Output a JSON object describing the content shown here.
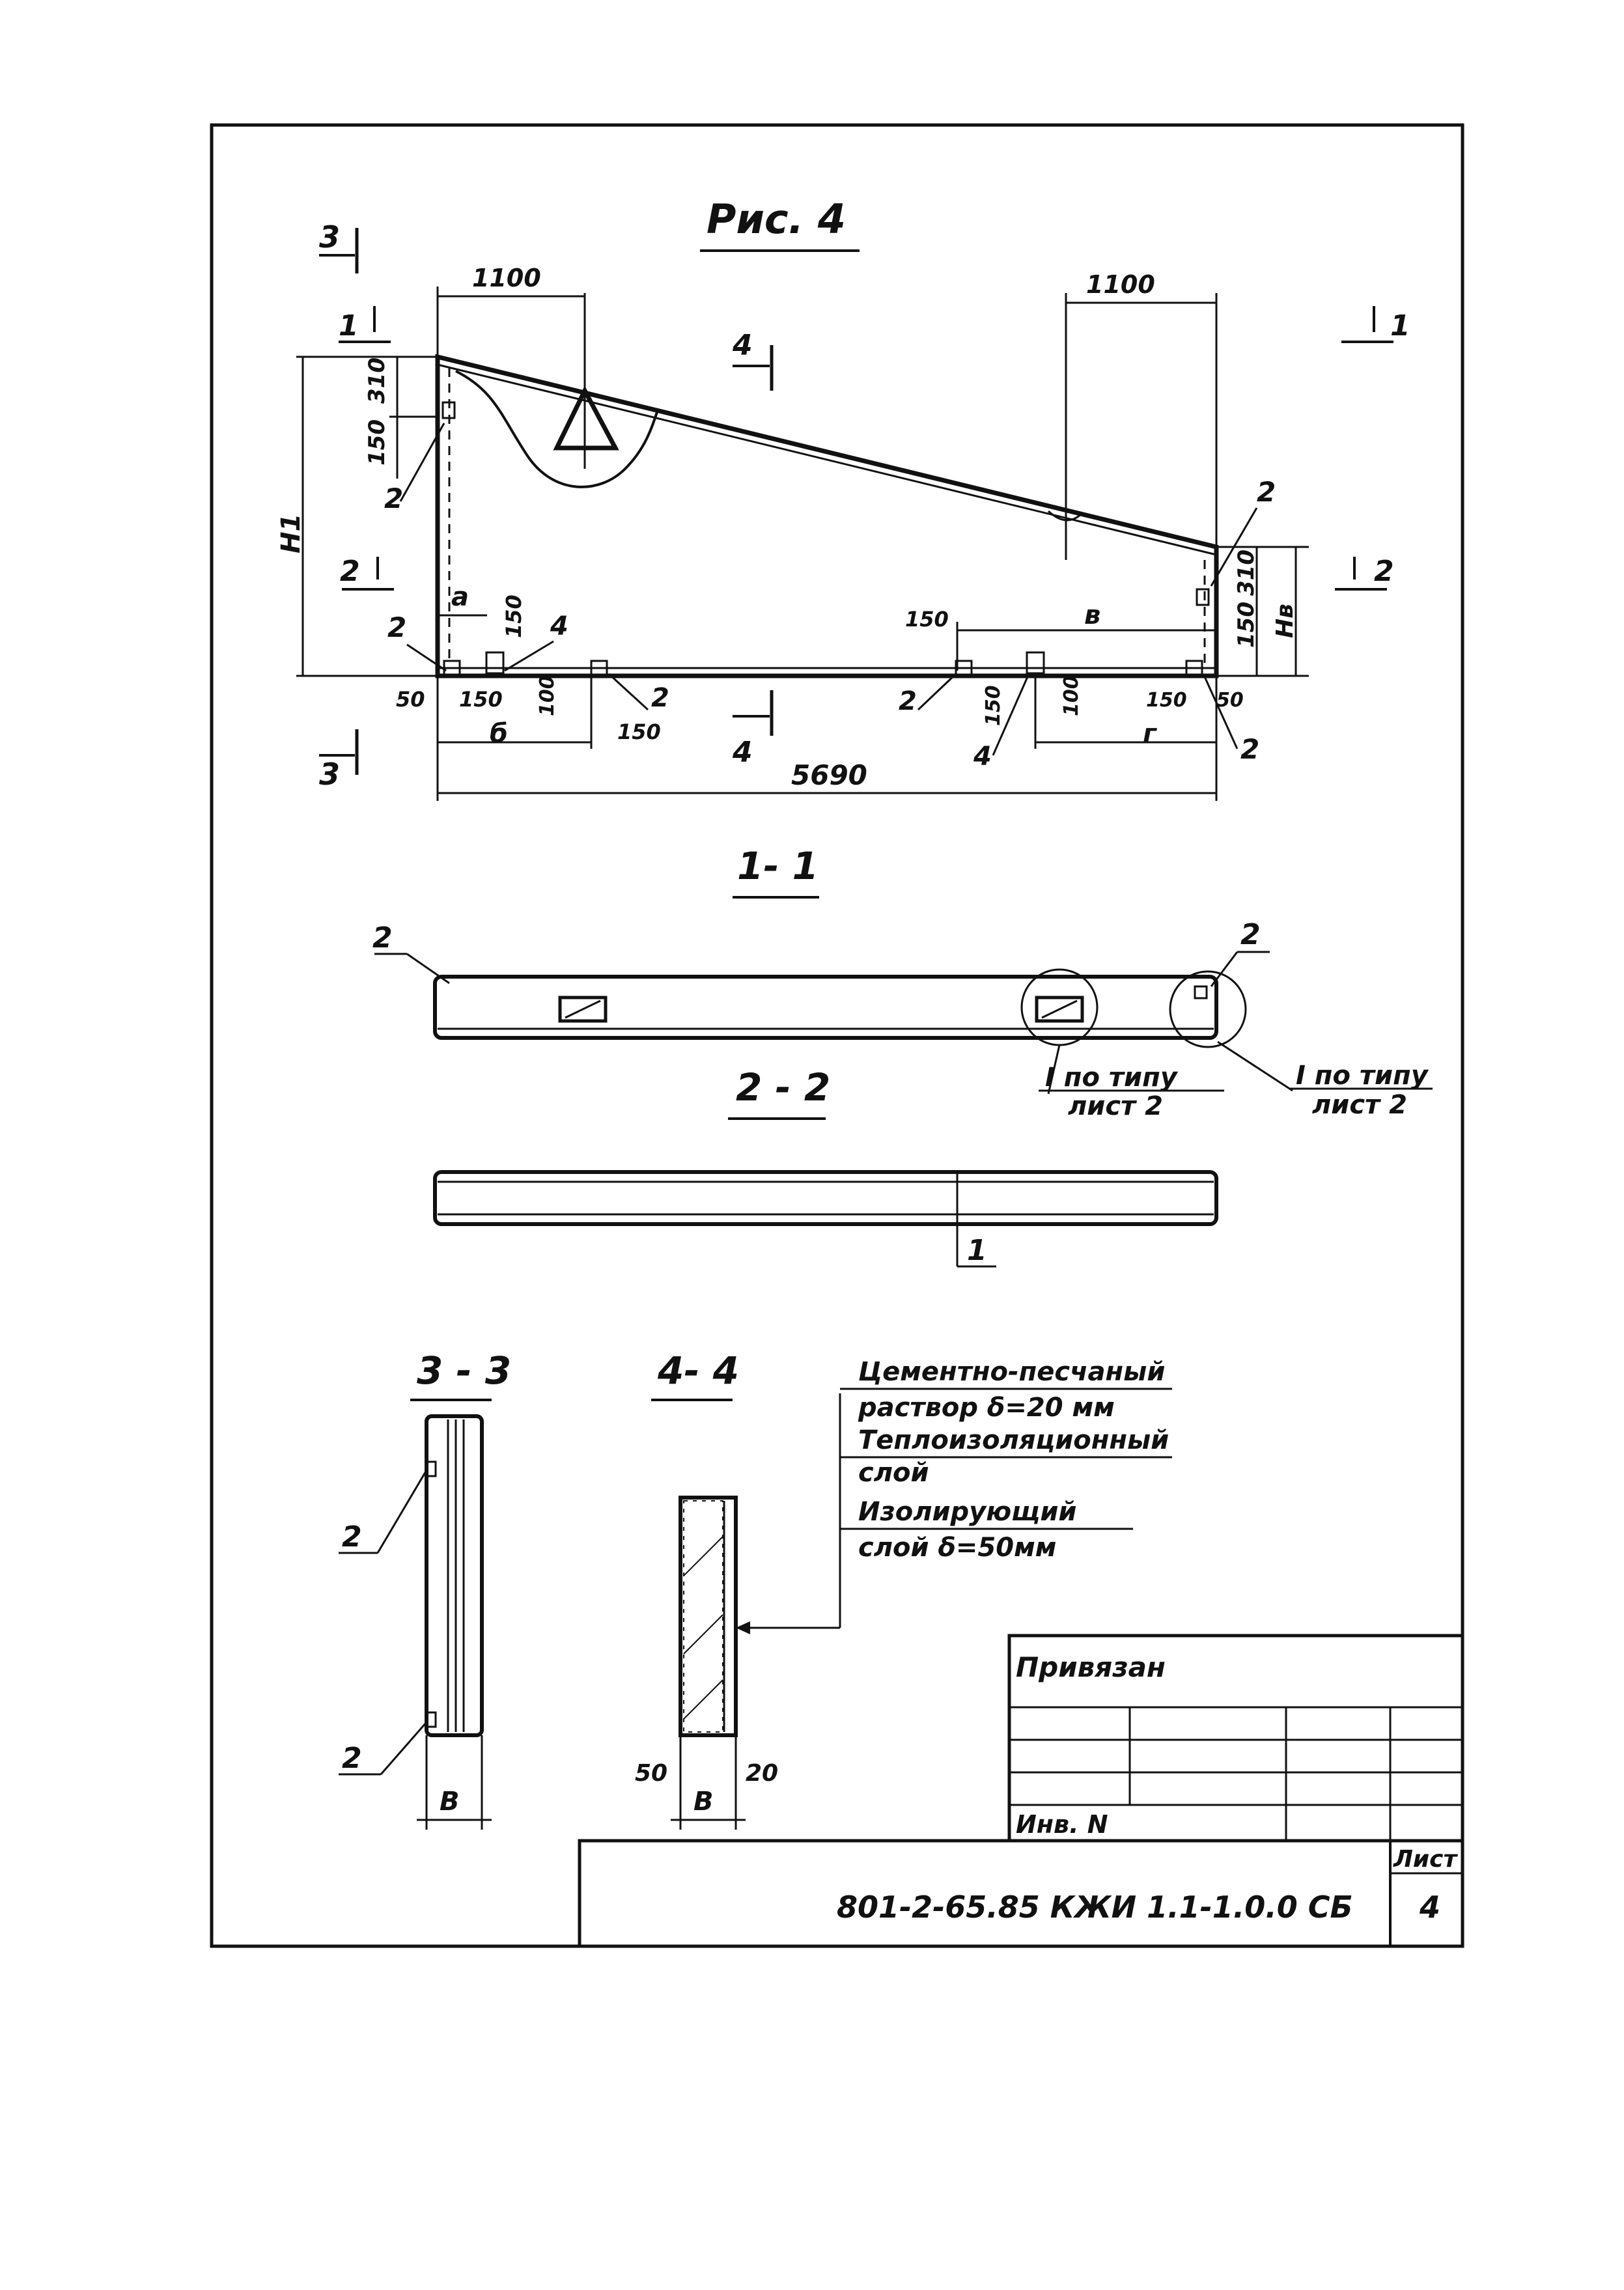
{
  "figure": {
    "title": "Рис. 4",
    "main_view": {
      "dims": {
        "left_top_span": "1100",
        "right_top_span": "1100",
        "total_length": "5690",
        "h1": "H1",
        "h2": "Hв",
        "left_310": "310",
        "left_150": "150",
        "right_310": "310",
        "right_150": "150",
        "a": "а",
        "a_150": "150",
        "left_50": "50",
        "left_150b": "150",
        "left_100": "100",
        "left_150c": "150",
        "b_left": "б",
        "mid_150": "150",
        "v": "в",
        "r_150": "150",
        "r_100": "100",
        "g": "г",
        "r_150b": "150",
        "r_50": "50"
      },
      "marks": {
        "m2_a": "2",
        "m2_b": "2",
        "m2_c": "2",
        "m2_d": "2",
        "m2_e": "2",
        "m2_f": "2",
        "m4_a": "4",
        "m4_b": "4"
      },
      "section_marks": {
        "s3_top": "3",
        "s3_bot": "3",
        "s1_left": "1",
        "s1_right": "1",
        "s2_left": "2",
        "s2_right": "2",
        "s4_top": "4",
        "s4_bot": "4"
      }
    },
    "section_1_1": {
      "title": "1- 1",
      "mark_left": "2",
      "mark_right": "2",
      "callout_1_line1": "I по типу",
      "callout_1_line2": "лист 2",
      "callout_2_line1": "I по типу",
      "callout_2_line2": "лист 2"
    },
    "section_2_2": {
      "title": "2 - 2",
      "mark": "1"
    },
    "section_3_3": {
      "title": "3 - 3",
      "mark_top": "2",
      "mark_bottom": "2",
      "dim": "В"
    },
    "section_4_4": {
      "title": "4- 4",
      "dim_left": "50",
      "dim_right": "20",
      "dim": "В",
      "layers": [
        "Цементно-песчаный",
        "раствор  δ=20 мм",
        "Теплоизоляционный",
        "слой",
        "Изолирующий",
        "слой   δ=50мм"
      ]
    }
  },
  "title_block": {
    "privyazan": "Привязан",
    "inv": "Инв. N",
    "code": "801-2-65.85   КЖИ 1.1-1.0.0 СБ",
    "sheet_label": "Лист",
    "sheet_no": "4"
  }
}
